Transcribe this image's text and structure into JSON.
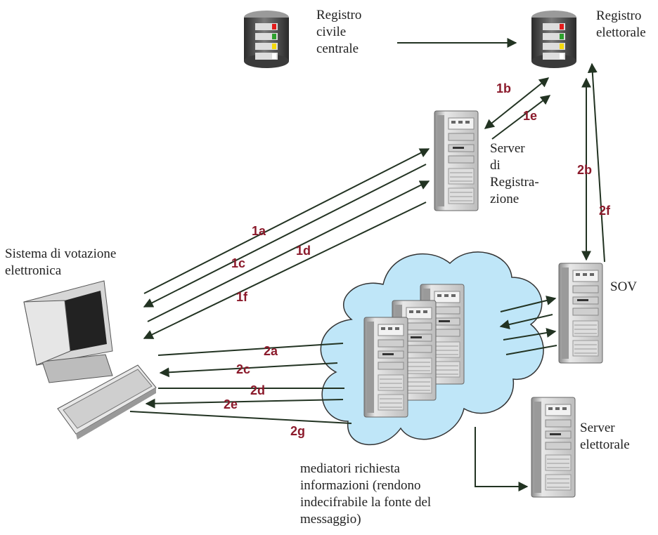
{
  "nodes": {
    "registro_civile": {
      "label": "Registro\ncivile\ncentrale"
    },
    "registro_elettorale": {
      "label": "Registro\nelettorale"
    },
    "server_registrazione": {
      "label": "Server\ndi\nRegistra-\nzione"
    },
    "sistema_votazione": {
      "label": "Sistema di votazione\nelettronica"
    },
    "sov": {
      "label": "SOV"
    },
    "server_elettorale": {
      "label": "Server\nelettorale"
    },
    "mediatori": {
      "label": "mediatori richiesta\ninformazioni  (rendono\nindecifrabile la fonte del\nmessaggio)"
    }
  },
  "edge_labels": {
    "e1a": "1a",
    "e1b": "1b",
    "e1c": "1c",
    "e1d": "1d",
    "e1e": "1e",
    "e1f": "1f",
    "e2a": "2a",
    "e2b": "2b",
    "e2c": "2c",
    "e2d": "2d",
    "e2e": "2e",
    "e2f": "2f",
    "e2g": "2g"
  },
  "colors": {
    "arrow": "#223322",
    "edge_label": "#8b1a2b",
    "cloud_fill": "#bfe6f8",
    "cloud_stroke": "#333333",
    "server_body": "#d9d9d9",
    "db_body": "#555555"
  },
  "icons": [
    "database-icon",
    "server-icon",
    "computer-icon",
    "keyboard-icon",
    "cloud-icon"
  ]
}
